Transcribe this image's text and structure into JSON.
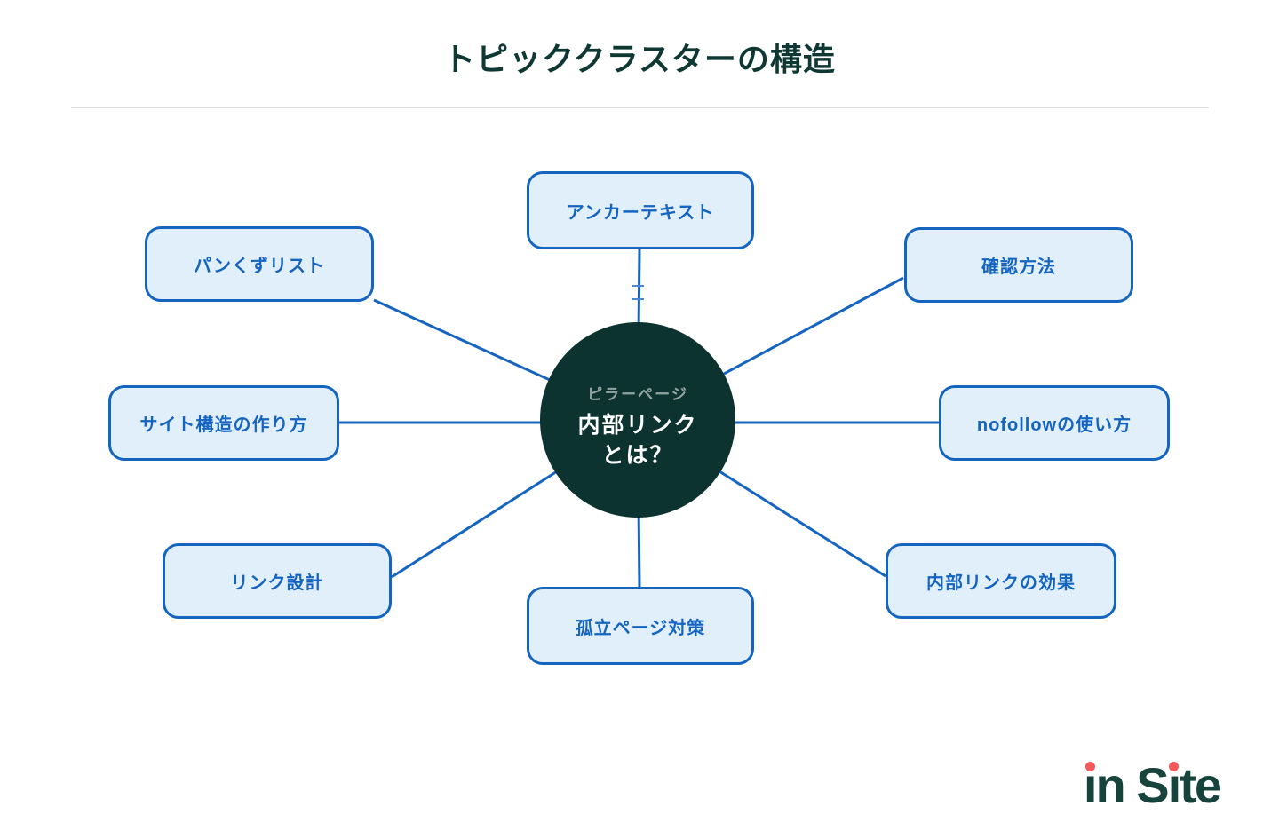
{
  "header": {
    "title": "トピッククラスターの構造"
  },
  "diagram": {
    "center": {
      "subtitle": "ピラーページ",
      "title_line1": "内部リンク",
      "title_line2": "とは？"
    },
    "nodes": [
      {
        "id": "anchor-text",
        "label": "アンカーテキスト"
      },
      {
        "id": "breadcrumb-list",
        "label": "パンくずリスト"
      },
      {
        "id": "confirmation-method",
        "label": "確認方法"
      },
      {
        "id": "site-structure-howto",
        "label": "サイト構造の作り方"
      },
      {
        "id": "nofollow-usage",
        "label": "nofollowの使い方"
      },
      {
        "id": "link-design",
        "label": "リンク設計"
      },
      {
        "id": "internal-link-effects",
        "label": "内部リンクの効果"
      },
      {
        "id": "orphan-page-measures",
        "label": "孤立ページ対策"
      }
    ],
    "colors": {
      "node_fill": "#e1effb",
      "node_border": "#1565c0",
      "connector_line": "#1565c0",
      "center_fill": "#0d3330",
      "center_subtitle": "rgba(255,255,255,0.55)",
      "center_text": "#ffffff",
      "title_text": "#0f3834"
    }
  },
  "footer": {
    "logo_text": "in Site",
    "logo_color": "#17433d",
    "logo_accent_color": "#f4585a"
  }
}
